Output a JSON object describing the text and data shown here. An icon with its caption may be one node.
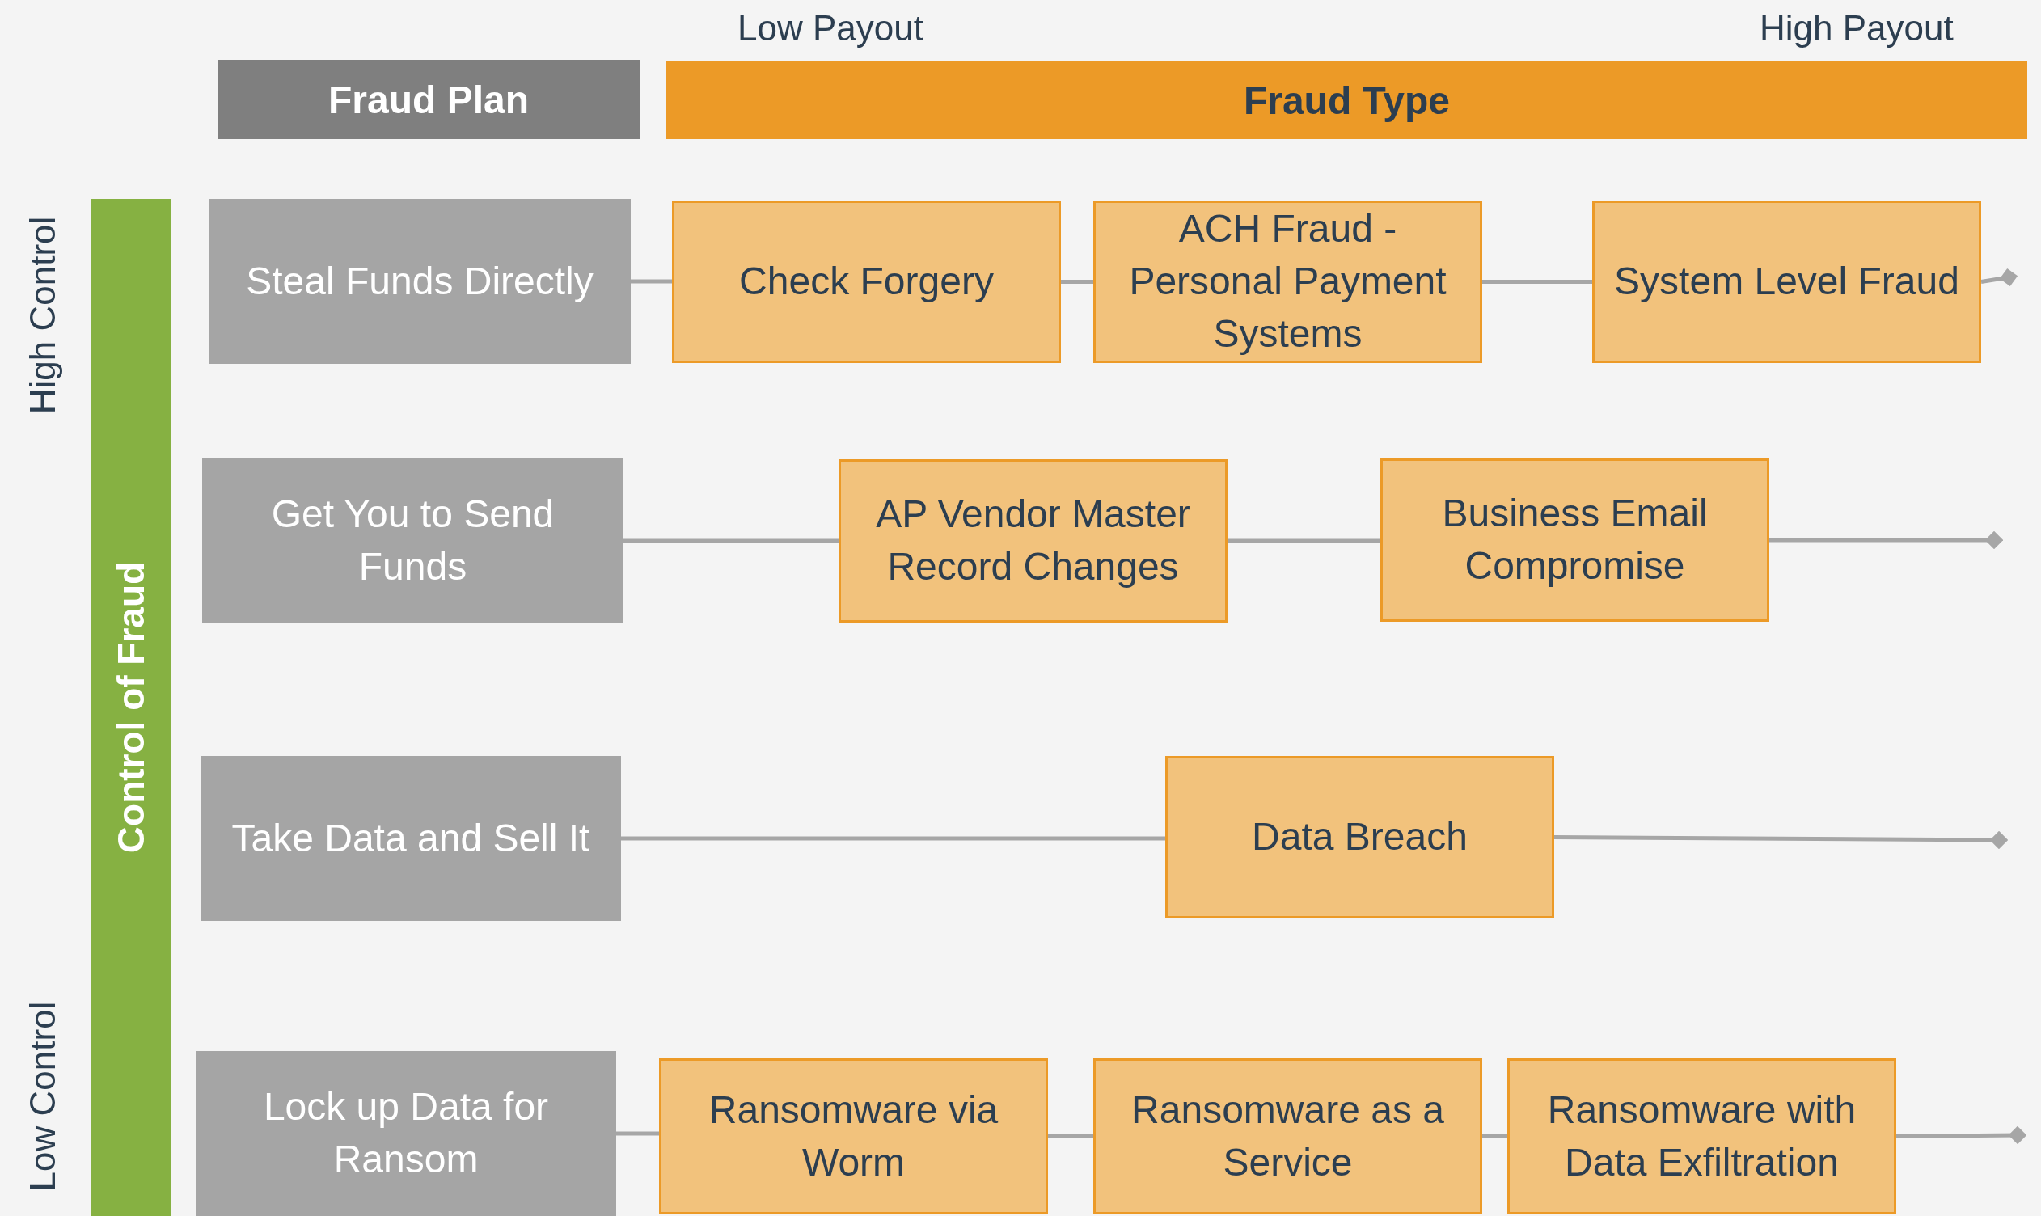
{
  "diagram": {
    "nodes": [
      {
        "text": [
          "Fraud Plan"
        ]
      },
      {
        "text": [
          "Fraud Type"
        ]
      },
      {
        "text": [
          "Control of Fraud"
        ]
      },
      {
        "text": [
          "Steal Funds Directly"
        ]
      },
      {
        "text": [
          "Check Forgery"
        ]
      },
      {
        "text": [
          "ACH Fraud - Personal Payment Systems"
        ]
      },
      {
        "text": [
          "System Level Fraud"
        ]
      },
      {
        "text": [
          "Get You to Send Funds"
        ]
      },
      {
        "text": [
          "AP Vendor Master Record Changes"
        ]
      },
      {
        "text": [
          "Business Email Compromise"
        ]
      },
      {
        "text": [
          "Take Data and Sell It"
        ]
      },
      {
        "text": [
          "Data Breach"
        ]
      },
      {
        "text": [
          "Lock up Data for Ransom"
        ]
      },
      {
        "text": [
          "Ransomware via Worm"
        ]
      },
      {
        "text": [
          "Ransomware as a Service"
        ]
      },
      {
        "text": [
          "Ransomware with Data Exfiltration"
        ]
      }
    ],
    "edges": [
      {
        "from": 3,
        "to": 4,
        "arrow": "none"
      },
      {
        "from": 4,
        "to": 5,
        "arrow": "none"
      },
      {
        "from": 5,
        "to": 6,
        "arrow": "none"
      },
      {
        "from": 6,
        "to": null,
        "arrow": "other"
      },
      {
        "from": 7,
        "to": 8,
        "arrow": "none"
      },
      {
        "from": 8,
        "to": 9,
        "arrow": "none"
      },
      {
        "from": 9,
        "to": null,
        "arrow": "other"
      },
      {
        "from": 10,
        "to": 11,
        "arrow": "none"
      },
      {
        "from": 11,
        "to": null,
        "arrow": "other"
      },
      {
        "from": 12,
        "to": 13,
        "arrow": "none"
      },
      {
        "from": 13,
        "to": 14,
        "arrow": "none"
      },
      {
        "from": 14,
        "to": 15,
        "arrow": "none"
      },
      {
        "from": 15,
        "to": null,
        "arrow": "other"
      }
    ],
    "labels": [
      "Low Payout",
      "High Payout",
      "High Control",
      "Low Control"
    ]
  }
}
